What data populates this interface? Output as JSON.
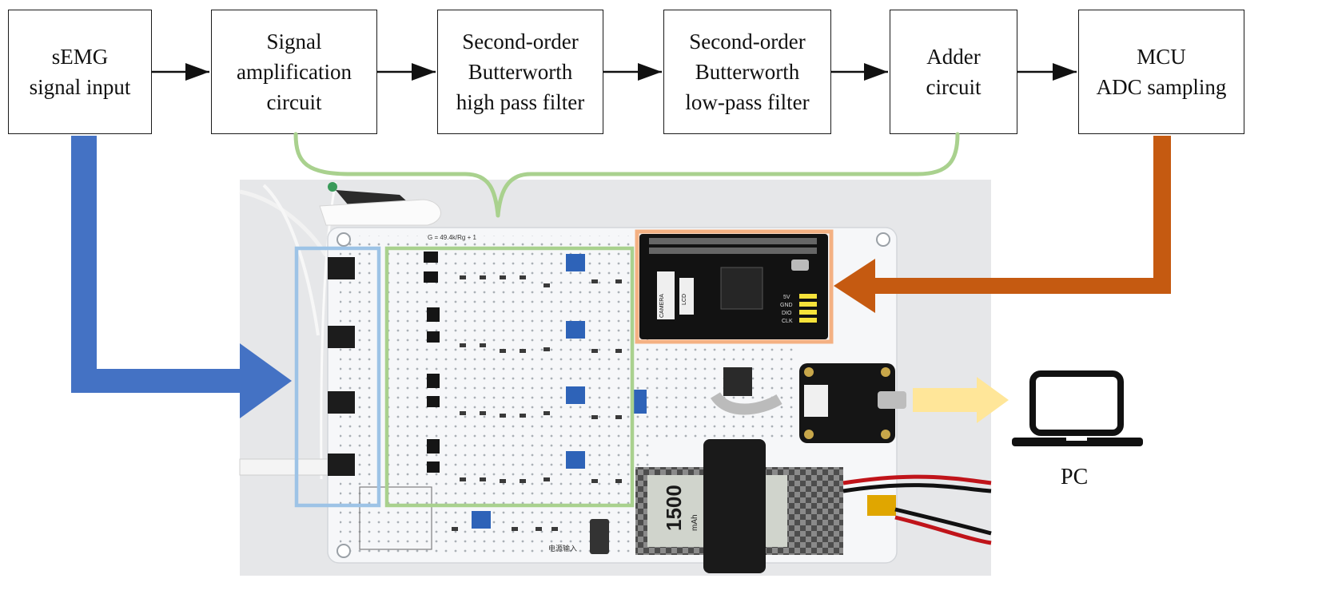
{
  "blocks": [
    {
      "id": "semg",
      "lines": [
        "sEMG",
        "signal input"
      ]
    },
    {
      "id": "amp",
      "lines": [
        "Signal",
        "amplification",
        "circuit"
      ]
    },
    {
      "id": "hpf",
      "lines": [
        "Second-order",
        "Butterworth",
        "high pass filter"
      ]
    },
    {
      "id": "lpf",
      "lines": [
        "Second-order",
        "Butterworth",
        "low-pass filter"
      ]
    },
    {
      "id": "adder",
      "lines": [
        "Adder",
        "circuit"
      ]
    },
    {
      "id": "mcu",
      "lines": [
        "MCU",
        "ADC sampling"
      ]
    }
  ],
  "pc_label": "PC",
  "photo": {
    "board_silkscreen": "G = 49.4k/Rg + 1",
    "mcu_labels": [
      "CAMERA",
      "LCD",
      "5V",
      "GND",
      "DIO",
      "CLK"
    ],
    "battery_label": "1500",
    "battery_unit": "mAh",
    "power_input_label": "电源输入"
  },
  "colors": {
    "input_arrow": "#4472C4",
    "mcu_arrow": "#C55A11",
    "pc_arrow": "#FFE699",
    "filter_region": "#A9D18E",
    "jack_region": "#9DC3E6",
    "mcu_region": "#F4B183"
  }
}
